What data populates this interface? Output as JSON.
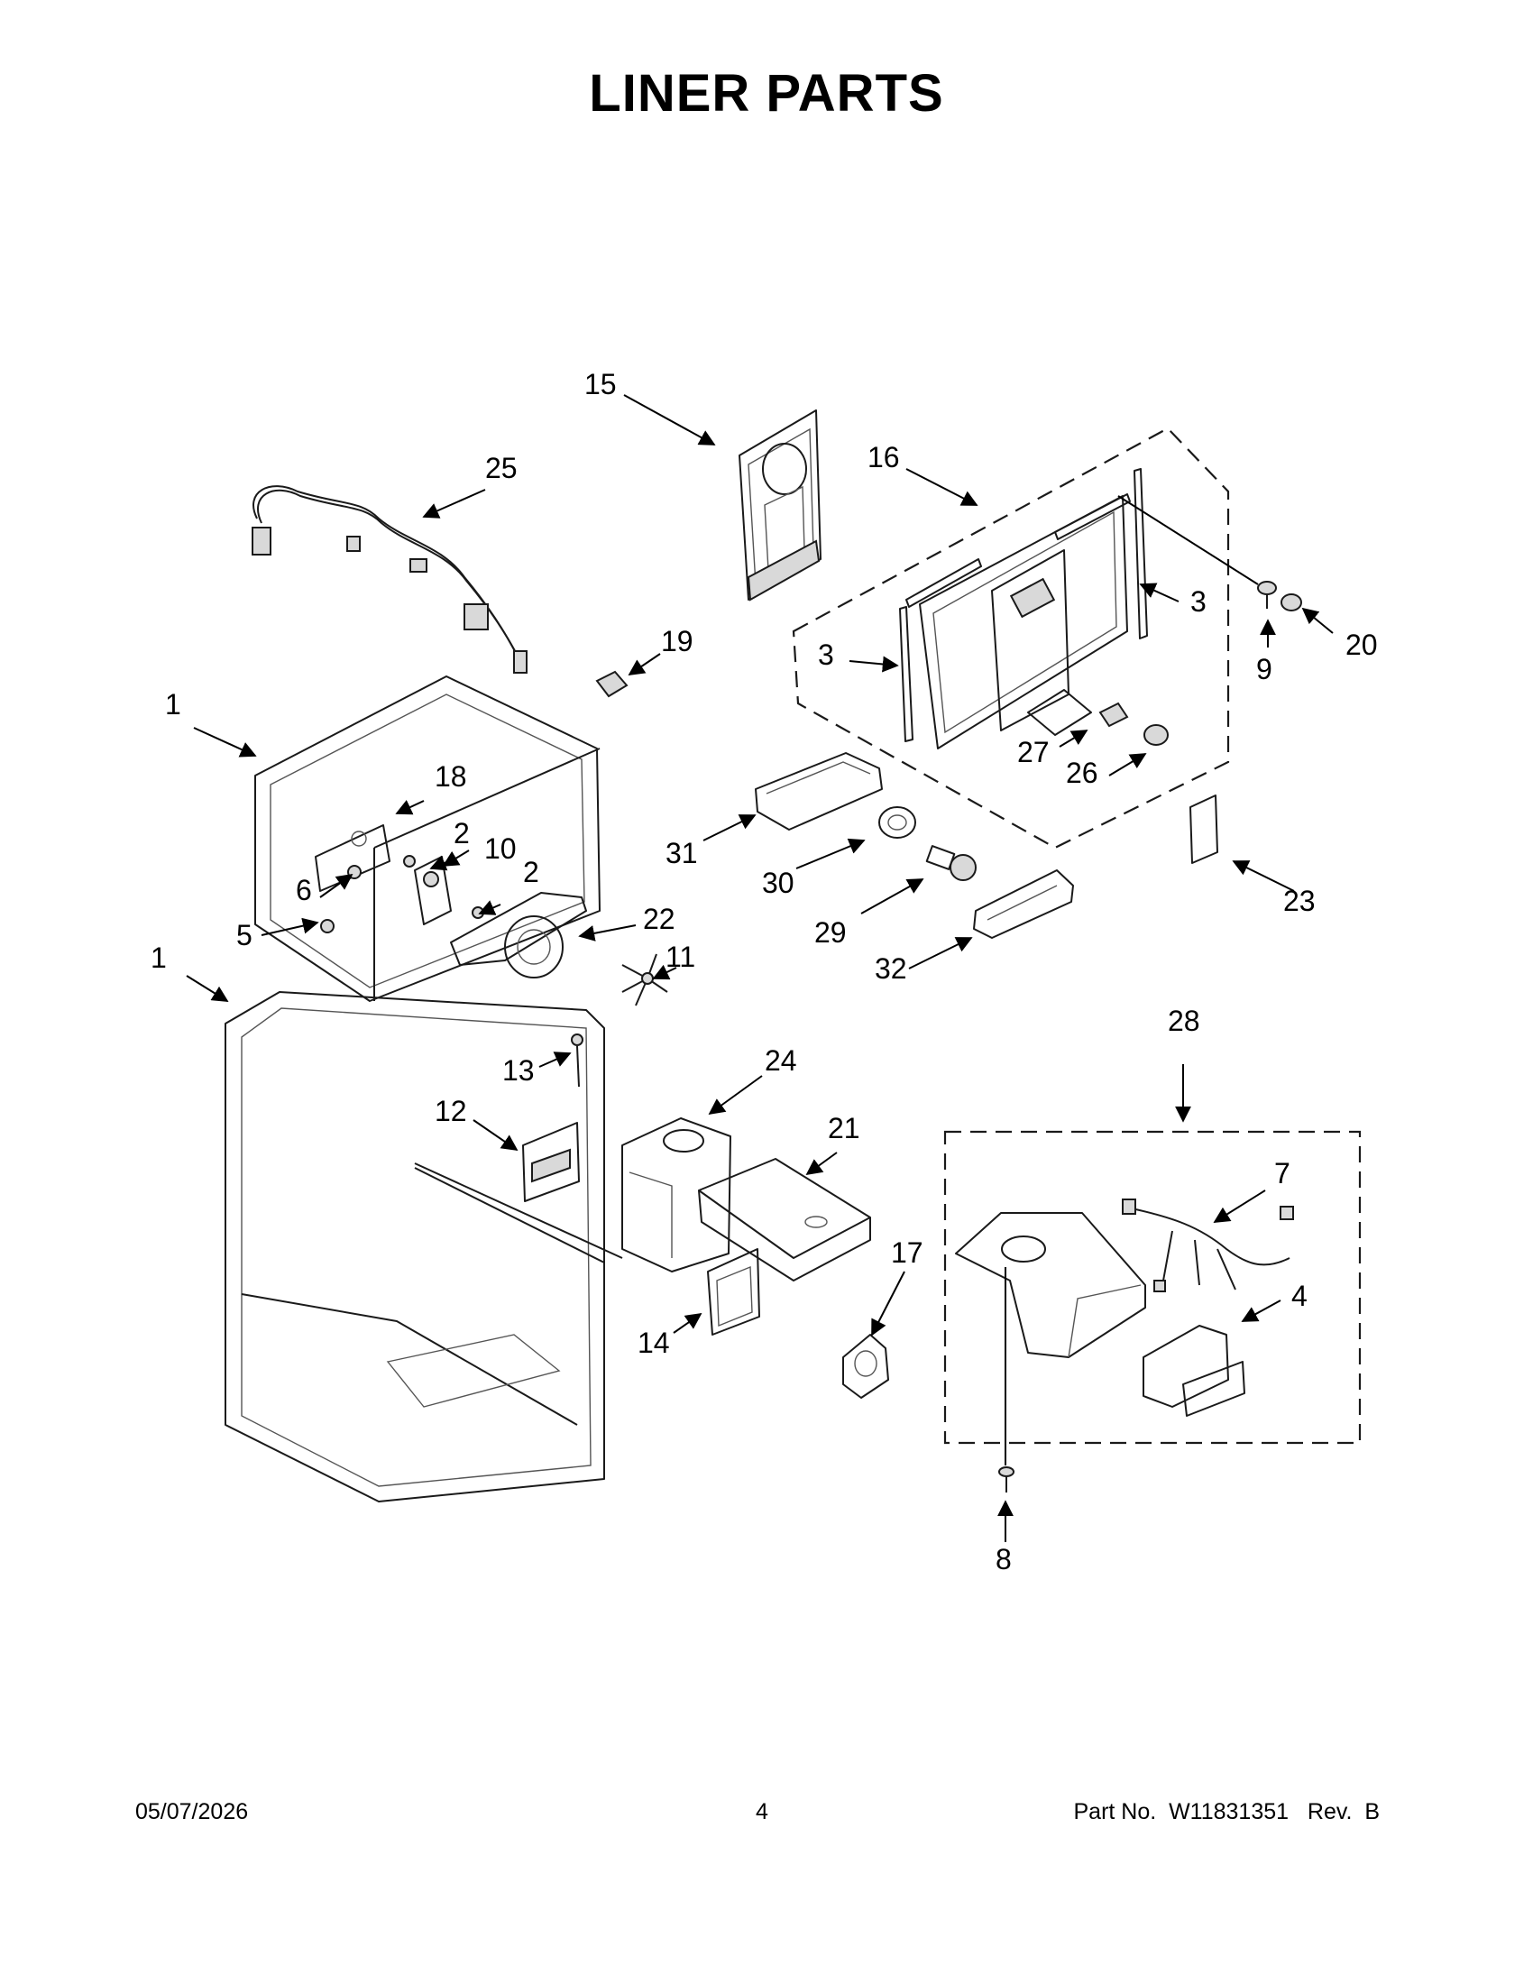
{
  "title": "LINER PARTS",
  "callouts": [
    "1",
    "1",
    "2",
    "2",
    "3",
    "3",
    "4",
    "5",
    "6",
    "7",
    "8",
    "9",
    "10",
    "11",
    "12",
    "13",
    "14",
    "15",
    "16",
    "17",
    "18",
    "19",
    "20",
    "21",
    "22",
    "23",
    "24",
    "25",
    "26",
    "27",
    "28",
    "29",
    "30",
    "31",
    "32"
  ],
  "footer": {
    "date": "05/07/2026",
    "page": "4",
    "part_label": "Part No.  W11831351   Rev.  B"
  }
}
